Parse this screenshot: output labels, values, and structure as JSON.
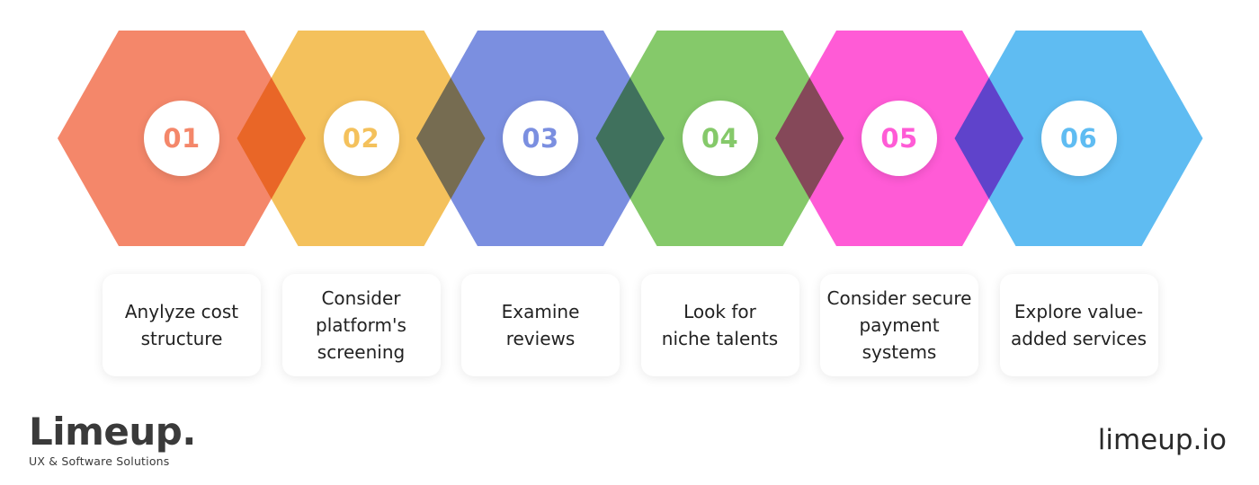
{
  "steps": [
    {
      "number": "01",
      "label_lines": [
        "Anylyze cost",
        "structure"
      ],
      "color": "#f4876a"
    },
    {
      "number": "02",
      "label_lines": [
        "Consider",
        "platform's",
        "screening"
      ],
      "color": "#f4c15c"
    },
    {
      "number": "03",
      "label_lines": [
        "Examine",
        "reviews"
      ],
      "color": "#7b8fe0"
    },
    {
      "number": "04",
      "label_lines": [
        "Look for",
        "niche talents"
      ],
      "color": "#85c96a"
    },
    {
      "number": "05",
      "label_lines": [
        "Consider secure",
        "payment",
        "systems"
      ],
      "color": "#ff5bd6"
    },
    {
      "number": "06",
      "label_lines": [
        "Explore value-",
        "added services"
      ],
      "color": "#5fbcf2"
    }
  ],
  "brand": {
    "logo_text": "Limeup.",
    "tagline": "UX & Software Solutions",
    "url": "limeup.io"
  }
}
